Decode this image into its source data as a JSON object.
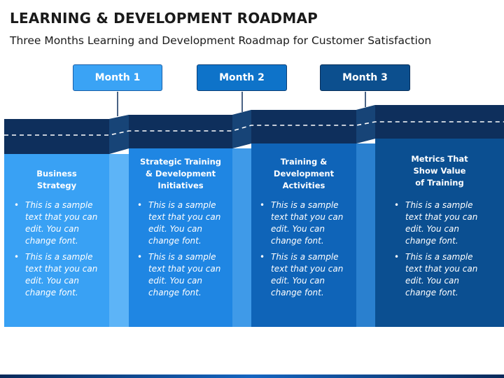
{
  "header": {
    "title": "LEARNING & DEVELOPMENT ROADMAP",
    "subtitle": "Three Months Learning and Development Roadmap for Customer Satisfaction"
  },
  "months": [
    {
      "label": "Month 1",
      "color": "#3aa3f5"
    },
    {
      "label": "Month 2",
      "color": "#0e73c9"
    },
    {
      "label": "Month 3",
      "color": "#0c4f8e"
    }
  ],
  "columns": [
    {
      "title": "Business\nStrategy",
      "color": "#39a1f4",
      "bullets": [
        "This is a sample\ntext that you can\nedit. You can\nchange font.",
        "This is a sample\ntext that you can\nedit. You can\nchange font."
      ]
    },
    {
      "title": "Strategic Training\n& Development\nInitiatives",
      "color": "#1f86e3",
      "bullets": [
        "This is a sample\ntext that you can\nedit. You can\nchange font.",
        "This is a sample\ntext that you can\nedit. You can\nchange font."
      ]
    },
    {
      "title": "Training &\nDevelopment\nActivities",
      "color": "#0f64b8",
      "bullets": [
        "This is a sample\ntext that you can\nedit. You can\nchange font.",
        "This is a sample\ntext that you can\nedit. You can\nchange font."
      ]
    },
    {
      "title": "Metrics That\nShow Value\nof Training",
      "color": "#0b4f91",
      "bullets": [
        "This is a sample\ntext that you can\nedit. You can\nchange font.",
        "This is a sample\ntext that you can\nedit. You can\nchange font."
      ]
    }
  ],
  "bullet_glyph": "•"
}
